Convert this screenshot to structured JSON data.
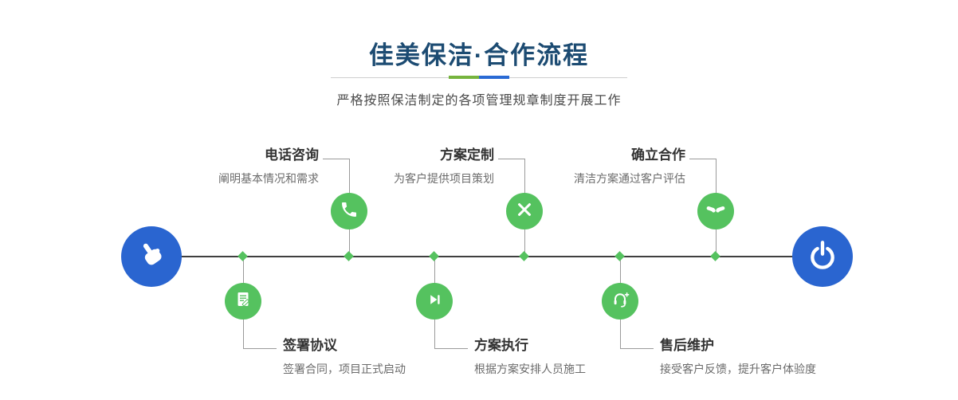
{
  "header": {
    "title": "佳美保洁·合作流程",
    "subtitle": "严格按照保洁制定的各项管理规章制度开展工作"
  },
  "timeline": {
    "start_icon": "hand-pointer-icon",
    "end_icon": "power-icon"
  },
  "steps_top": [
    {
      "title": "电话咨询",
      "desc": "阐明基本情况和需求",
      "icon": "phone-icon"
    },
    {
      "title": "方案定制",
      "desc": "为客户提供项目策划",
      "icon": "pen-ruler-icon"
    },
    {
      "title": "确立合作",
      "desc": "清洁方案通过客户评估",
      "icon": "handshake-icon"
    }
  ],
  "steps_bottom": [
    {
      "title": "签署协议",
      "desc": "签署合同，项目正式启动",
      "icon": "contract-icon"
    },
    {
      "title": "方案执行",
      "desc": "根据方案安排人员施工",
      "icon": "play-next-icon"
    },
    {
      "title": "售后维护",
      "desc": "接受客户反馈，提升客户体验度",
      "icon": "headset-icon"
    }
  ],
  "colors": {
    "title_blue": "#1c4b72",
    "accent_green": "#76b43e",
    "accent_blue": "#2a6ad4",
    "node_green": "#55c25f",
    "endpoint_blue": "#2a65d0"
  }
}
